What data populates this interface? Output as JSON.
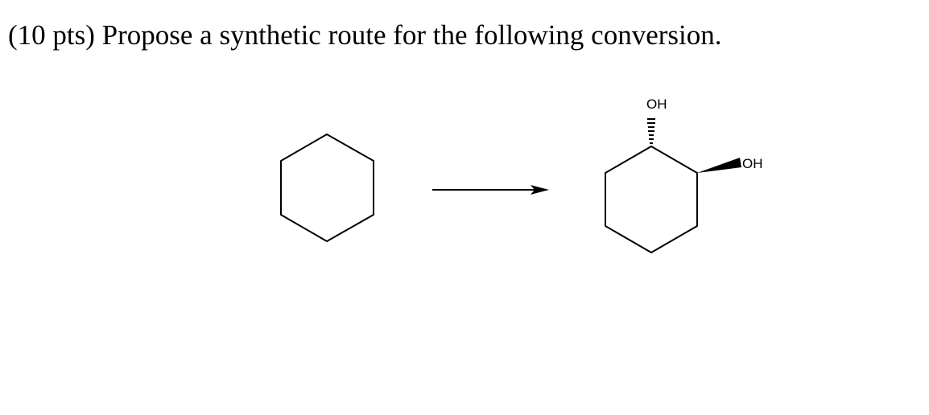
{
  "question": {
    "text": "(10 pts) Propose a synthetic route for the following conversion."
  },
  "scheme": {
    "product": {
      "label_oh_top": "OH",
      "label_oh_right": "OH"
    }
  }
}
